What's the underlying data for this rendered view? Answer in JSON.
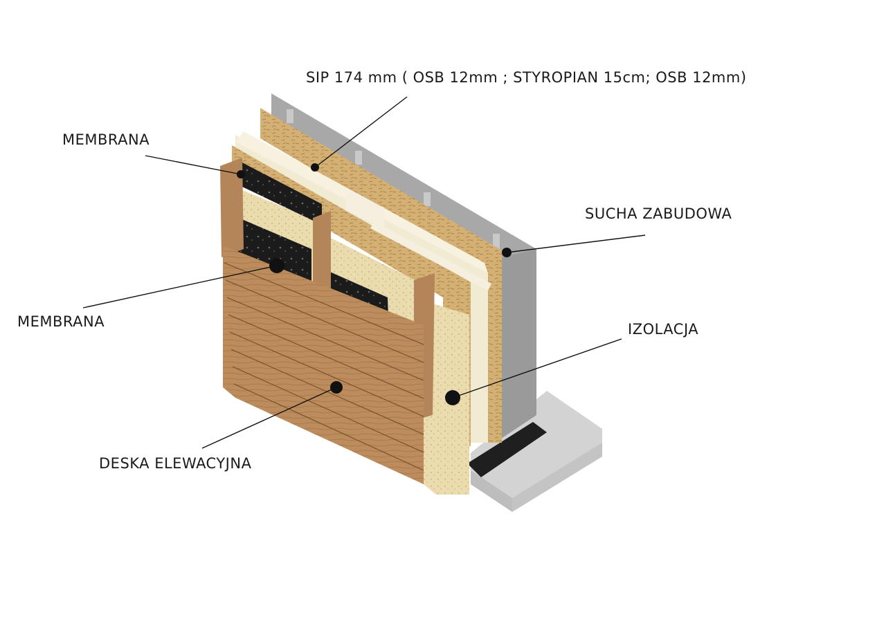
{
  "labels": {
    "sip": "SIP 174 mm ( OSB 12mm ; STYROPIAN 15cm; OSB 12mm)",
    "membrana_top": "MEMBRANA",
    "membrana_mid": "MEMBRANA",
    "sucha_zabudowa": "SUCHA ZABUDOWA",
    "izolacja": "IZOLACJA",
    "deska_elewacyjna": "DESKA ELEWACYJNA"
  },
  "colors": {
    "osb": "#d4b074",
    "foam": "#f3ecd6",
    "membrane": "#1c1c1c",
    "wood": "#b9895a",
    "drywall": "#a9a9a9",
    "concrete": "#cfcfcf",
    "insulation": "#e8d9a8",
    "leader": "#111111"
  }
}
